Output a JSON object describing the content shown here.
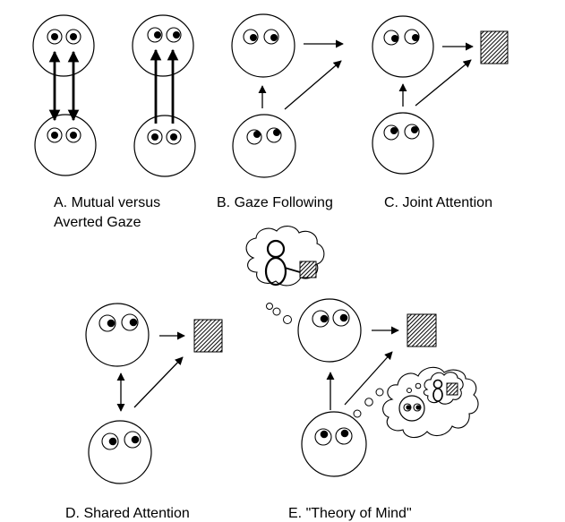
{
  "figure": {
    "panels": [
      {
        "id": "A",
        "label_line1": "A. Mutual versus",
        "label_line2": "Averted Gaze"
      },
      {
        "id": "B",
        "label": "B. Gaze Following"
      },
      {
        "id": "C",
        "label": "C. Joint Attention"
      },
      {
        "id": "D",
        "label": "D. Shared Attention"
      },
      {
        "id": "E",
        "label": "E. \"Theory of Mind\""
      }
    ],
    "colors": {
      "stroke": "#000000",
      "background": "#ffffff"
    }
  }
}
